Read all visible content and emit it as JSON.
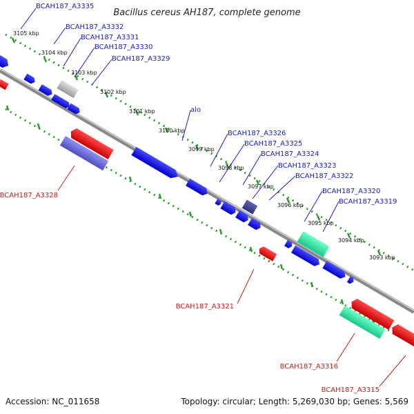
{
  "title": "Bacillus cereus AH187, complete genome",
  "footer": {
    "accession": "Accession: NC_011658",
    "summary": "Topology: circular; Length: 5,269,030 bp; Genes: 5,569"
  },
  "kbp_labels": [
    "3105 kbp",
    "3104 kbp",
    "3103 kbp",
    "3102 kbp",
    "3101 kbp",
    "3100 kbp",
    "3099 kbp",
    "3098 kbp",
    "3097 kbp",
    "3096 kbp",
    "3095 kbp",
    "3094 kbp",
    "3093 kbp"
  ],
  "genes_top": [
    "BCAH187_A3335",
    "BCAH187_A3332",
    "BCAH187_A3331",
    "BCAH187_A3330",
    "BCAH187_A3329",
    "alo",
    "BCAH187_A3326",
    "BCAH187_A3325",
    "BCAH187_A3324",
    "BCAH187_A3323",
    "BCAH187_A3322",
    "BCAH187_A3320",
    "BCAH187_A3319"
  ],
  "genes_bottom": [
    "BCAH187_A3328",
    "BCAH187_A3321",
    "BCAH187_A3316",
    "BCAH187_A3315"
  ],
  "colors": {
    "forward": "#1010e0",
    "reverse": "#e01010",
    "rna": "#20e0a0",
    "pseudo": "#b0b0b0",
    "backbone": "#808080",
    "ticks": "#2a9a2a"
  }
}
